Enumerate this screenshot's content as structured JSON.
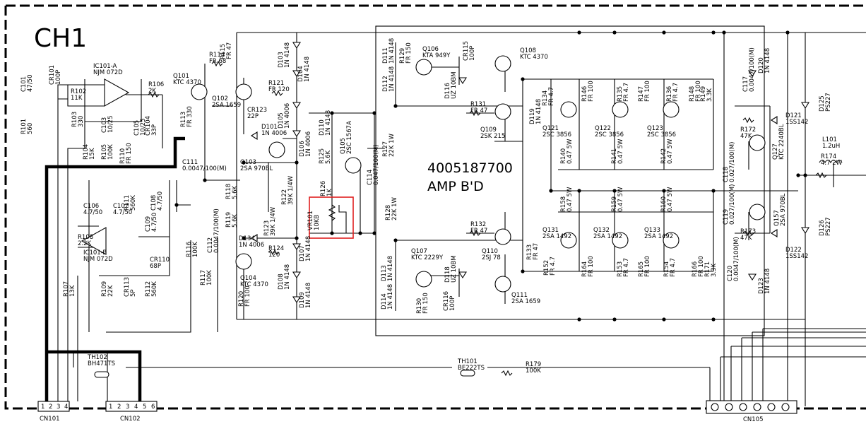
{
  "channel_label": "CH1",
  "board": {
    "part_number": "4005187700",
    "name": "AMP B'D"
  },
  "highlight_color": "#e02020",
  "connectors": {
    "cn101": "CN101",
    "cn102": "CN102",
    "cn105": "CN105"
  },
  "labels": [
    {
      "ref": "IC101-A",
      "val": "NJM 072D"
    },
    {
      "ref": "IC101-B",
      "val": "NJM 072D"
    },
    {
      "ref": "C101",
      "val": "47/50"
    },
    {
      "ref": "CR101",
      "val": "100P"
    },
    {
      "ref": "R101",
      "val": "560"
    },
    {
      "ref": "R102",
      "val": "11K"
    },
    {
      "ref": "R103",
      "val": "330"
    },
    {
      "ref": "R104",
      "val": "15K"
    },
    {
      "ref": "R105",
      "val": "100K"
    },
    {
      "ref": "C103",
      "val": "10/25"
    },
    {
      "ref": "R110",
      "val": "FR 150"
    },
    {
      "ref": "R106",
      "val": "2K"
    },
    {
      "ref": "C105",
      "val": "10/25"
    },
    {
      "ref": "CR104",
      "val": "33P"
    },
    {
      "ref": "Q101",
      "val": "KTC 4370"
    },
    {
      "ref": "R113",
      "val": "FR 330"
    },
    {
      "ref": "R114",
      "val": "FR 68"
    },
    {
      "ref": "R115",
      "val": "FR 47"
    },
    {
      "ref": "Q102",
      "val": "2SA 1659"
    },
    {
      "ref": "CR123",
      "val": "22P"
    },
    {
      "ref": "R121",
      "val": "FR 120"
    },
    {
      "ref": "D103",
      "val": "1N 4148"
    },
    {
      "ref": "D104",
      "val": "1N 4148"
    },
    {
      "ref": "D105",
      "val": "1N 4006"
    },
    {
      "ref": "D106",
      "val": "1N 4006"
    },
    {
      "ref": "D101",
      "val": "1N 4006"
    },
    {
      "ref": "Q103",
      "val": "2SA 970BL"
    },
    {
      "ref": "C111",
      "val": "0.0047/100(M)"
    },
    {
      "ref": "R111",
      "val": "560K"
    },
    {
      "ref": "C106",
      "val": "4.7/50"
    },
    {
      "ref": "C107",
      "val": "4.7/50"
    },
    {
      "ref": "C108",
      "val": "4.7/50"
    },
    {
      "ref": "C109",
      "val": "4.7/50"
    },
    {
      "ref": "R108",
      "val": "2.2K"
    },
    {
      "ref": "CR110",
      "val": "68P"
    },
    {
      "ref": "R107",
      "val": "13K"
    },
    {
      "ref": "R109",
      "val": "22K"
    },
    {
      "ref": "CR113",
      "val": "5P"
    },
    {
      "ref": "R112",
      "val": "560K"
    },
    {
      "ref": "R116",
      "val": "100K"
    },
    {
      "ref": "R117",
      "val": "100K"
    },
    {
      "ref": "C112",
      "val": "0.0047/100(M)"
    },
    {
      "ref": "R118",
      "val": "5.6K"
    },
    {
      "ref": "R119",
      "val": "5.6K"
    },
    {
      "ref": "R122",
      "val": "39K 1/4W"
    },
    {
      "ref": "R123",
      "val": "39K 1/4W"
    },
    {
      "ref": "D134",
      "val": "1N 4006"
    },
    {
      "ref": "R124",
      "val": "120"
    },
    {
      "ref": "D107",
      "val": "1N 4148"
    },
    {
      "ref": "D108",
      "val": "1N 4148"
    },
    {
      "ref": "D109",
      "val": "1N 4148"
    },
    {
      "ref": "Q104",
      "val": "KTC 4370"
    },
    {
      "ref": "R120",
      "val": "FR 100"
    },
    {
      "ref": "D110",
      "val": "1N 4148"
    },
    {
      "ref": "R125",
      "val": "5.6K"
    },
    {
      "ref": "Q105",
      "val": "2SC 1567A"
    },
    {
      "ref": "C114",
      "val": "0.047/100(M)"
    },
    {
      "ref": "R126",
      "val": "1K"
    },
    {
      "ref": "VR101",
      "val": "10KB"
    },
    {
      "ref": "R127",
      "val": "22K 1W"
    },
    {
      "ref": "R128",
      "val": "22K 1W"
    },
    {
      "ref": "D111",
      "val": "1N 4148"
    },
    {
      "ref": "D112",
      "val": "1N 4148"
    },
    {
      "ref": "R129",
      "val": "FR 150"
    },
    {
      "ref": "Q106",
      "val": "KTA 949Y"
    },
    {
      "ref": "CR115",
      "val": "100P"
    },
    {
      "ref": "Q108",
      "val": "KTC 4370"
    },
    {
      "ref": "D116",
      "val": "UZ 10BM"
    },
    {
      "ref": "R131",
      "val": "FR 47"
    },
    {
      "ref": "Q109",
      "val": "2SK 215"
    },
    {
      "ref": "D119",
      "val": "1N 4148"
    },
    {
      "ref": "R132",
      "val": "FR 47"
    },
    {
      "ref": "Q110",
      "val": "2SJ 78"
    },
    {
      "ref": "Q107",
      "val": "KTC 2229Y"
    },
    {
      "ref": "D118",
      "val": "UZ 10BM"
    },
    {
      "ref": "D113",
      "val": "1N 4148"
    },
    {
      "ref": "D114",
      "val": "1N 4148"
    },
    {
      "ref": "R130",
      "val": "FR 150"
    },
    {
      "ref": "CR116",
      "val": "100P"
    },
    {
      "ref": "Q111",
      "val": "2SA 1659"
    },
    {
      "ref": "R133",
      "val": "FR 47"
    },
    {
      "ref": "R134",
      "val": "FR 4.7"
    },
    {
      "ref": "Q121",
      "val": "2SC 3856"
    },
    {
      "ref": "Q122",
      "val": "2SC 3856"
    },
    {
      "ref": "Q123",
      "val": "2SC 3856"
    },
    {
      "ref": "R146",
      "val": "FR 100"
    },
    {
      "ref": "R135",
      "val": "FR 4.7"
    },
    {
      "ref": "R147",
      "val": "FR 100"
    },
    {
      "ref": "R136",
      "val": "FR 4.7"
    },
    {
      "ref": "R148",
      "val": "FR 100"
    },
    {
      "ref": "R149",
      "val": "3.3K"
    },
    {
      "ref": "R140",
      "val": "0.47 5W"
    },
    {
      "ref": "R141",
      "val": "0.47 5W"
    },
    {
      "ref": "R142",
      "val": "0.47 5W"
    },
    {
      "ref": "R158",
      "val": "0.47 5W"
    },
    {
      "ref": "R159",
      "val": "0.47 5W"
    },
    {
      "ref": "R160",
      "val": "0.47 5W"
    },
    {
      "ref": "Q131",
      "val": "2SA 1492"
    },
    {
      "ref": "Q132",
      "val": "2SA 1492"
    },
    {
      "ref": "Q133",
      "val": "2SA 1492"
    },
    {
      "ref": "R152",
      "val": "FR 4.7"
    },
    {
      "ref": "R164",
      "val": "FR 100"
    },
    {
      "ref": "R153",
      "val": "FR 4.7"
    },
    {
      "ref": "R165",
      "val": "FR 100"
    },
    {
      "ref": "R154",
      "val": "FR 4.7"
    },
    {
      "ref": "R166",
      "val": "FR 100"
    },
    {
      "ref": "R171",
      "val": "3.3K"
    },
    {
      "ref": "C117",
      "val": "0.0047/100(M)"
    },
    {
      "ref": "D120",
      "val": "1N 4148"
    },
    {
      "ref": "D121",
      "val": "1SS142"
    },
    {
      "ref": "R172",
      "val": "47K"
    },
    {
      "ref": "Q127",
      "val": "KTC 2240BL"
    },
    {
      "ref": "C118",
      "val": "0.027/100(M)"
    },
    {
      "ref": "C119",
      "val": "0.027/100(M)"
    },
    {
      "ref": "Q157",
      "val": "2SA 970BL"
    },
    {
      "ref": "R173",
      "val": "47K"
    },
    {
      "ref": "D122",
      "val": "1SS142"
    },
    {
      "ref": "C120",
      "val": "0.0047/100(M)"
    },
    {
      "ref": "D123",
      "val": "1N 4148"
    },
    {
      "ref": "D125",
      "val": "PS227"
    },
    {
      "ref": "D126",
      "val": "PS227"
    },
    {
      "ref": "L101",
      "val": "1.2uH"
    },
    {
      "ref": "R174",
      "val": "4.7 2W"
    },
    {
      "ref": "TH102",
      "val": "BH471TS"
    },
    {
      "ref": "TH101",
      "val": "BE222TS"
    },
    {
      "ref": "R179",
      "val": "100K"
    }
  ]
}
